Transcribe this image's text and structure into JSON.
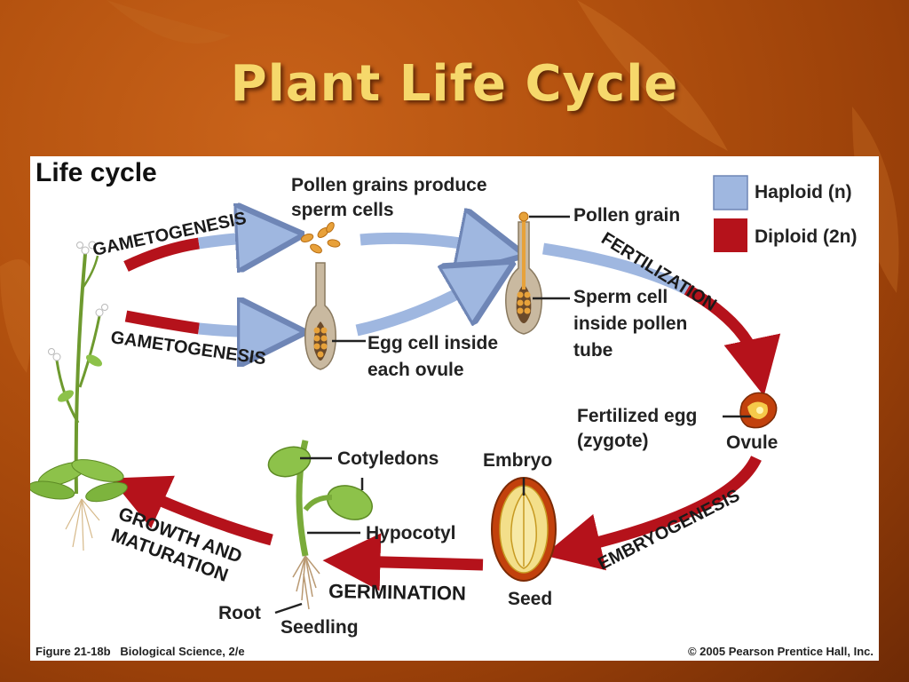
{
  "slide": {
    "title": "Plant Life Cycle"
  },
  "figure": {
    "heading": "Life cycle",
    "legend": [
      {
        "label": "Haploid (n)",
        "color": "#9fb7e0"
      },
      {
        "label": "Diploid (2n)",
        "color": "#b5121b"
      }
    ],
    "stages": {
      "gametogenesis_top": "GAMETOGENESIS",
      "gametogenesis_bottom": "GAMETOGENESIS",
      "fertilization": "FERTILIZATION",
      "embryogenesis": "EMBRYOGENESIS",
      "germination": "GERMINATION",
      "growth_line1": "GROWTH AND",
      "growth_line2": "MATURATION"
    },
    "labels": {
      "pollen_produce_1": "Pollen grains produce",
      "pollen_produce_2": "sperm cells",
      "pollen_grain": "Pollen grain",
      "sperm_cell_1": "Sperm cell",
      "sperm_cell_2": "inside pollen",
      "sperm_cell_3": "tube",
      "egg_cell_1": "Egg cell inside",
      "egg_cell_2": "each ovule",
      "fertilized_egg_1": "Fertilized egg",
      "fertilized_egg_2": "(zygote)",
      "ovule": "Ovule",
      "embryo": "Embryo",
      "seed": "Seed",
      "cotyledons": "Cotyledons",
      "hypocotyl": "Hypocotyl",
      "root": "Root",
      "seedling": "Seedling"
    },
    "footer": {
      "figure_ref": "Figure 21-18b",
      "book": "Biological Science, 2/e",
      "copyright": "© 2005 Pearson Prentice Hall, Inc."
    }
  }
}
